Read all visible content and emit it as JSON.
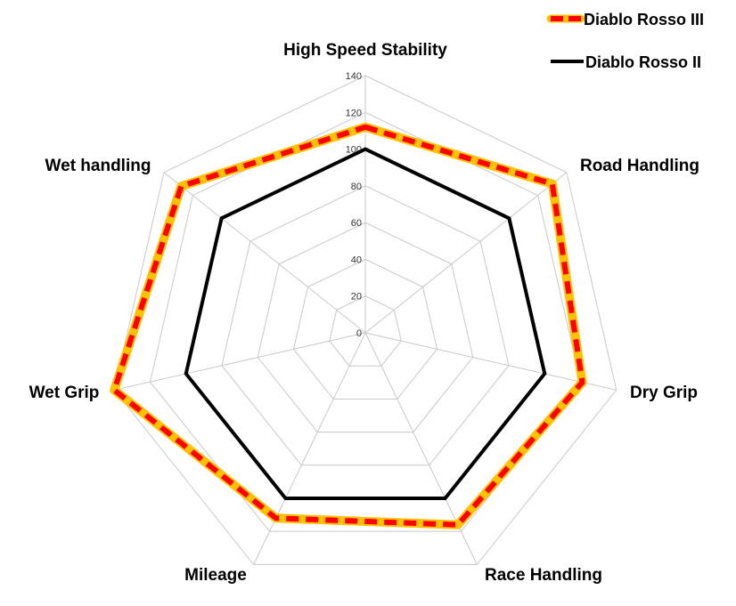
{
  "chart_data": {
    "type": "radar",
    "categories": [
      "High Speed Stability",
      "Road Handling",
      "Dry Grip",
      "Race Handling",
      "Mileage",
      "Wet Grip",
      "Wet handling"
    ],
    "series": [
      {
        "name": "Diablo Rosso III",
        "values": [
          112,
          130,
          121,
          116,
          112,
          140,
          128
        ],
        "color": "#ff0000",
        "outline": "#ffc000",
        "style": "dashed"
      },
      {
        "name": "Diablo Rosso II",
        "values": [
          100,
          100,
          100,
          100,
          100,
          100,
          100
        ],
        "color": "#000000",
        "style": "solid"
      }
    ],
    "rlim": [
      0,
      140
    ],
    "ticks": [
      "0",
      "20",
      "40",
      "60",
      "80",
      "100",
      "120",
      "140"
    ],
    "legend": "top-right",
    "grid": true
  }
}
